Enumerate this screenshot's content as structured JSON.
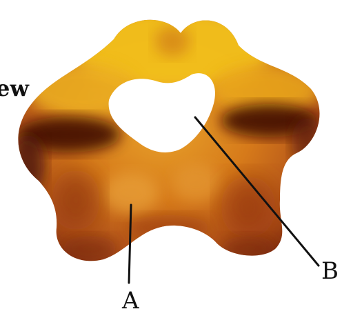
{
  "caption_fragment": "ew",
  "labels": {
    "a": "A",
    "b": "B"
  },
  "colors": {
    "bone_highlight": "#f2c61a",
    "bone_mid": "#d9831b",
    "bone_dark": "#8e2f0b",
    "bone_shadow": "#4a1408",
    "foramen": "#ffffff",
    "leader_line": "#111111"
  }
}
